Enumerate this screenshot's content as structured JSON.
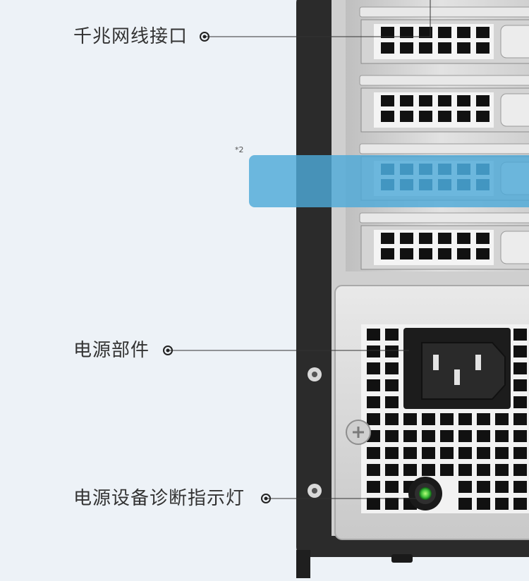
{
  "callouts": [
    {
      "id": "gigabit-ethernet-port",
      "label": "千兆网线接口"
    },
    {
      "id": "power-supply-unit",
      "label": "电源部件"
    },
    {
      "id": "psu-diagnostic-light",
      "label": "电源设备诊断指示灯"
    }
  ],
  "highlight": {
    "footnote": "*2",
    "color": "#4ea9d8"
  },
  "colors": {
    "background": "#edf2f7",
    "chassis": "#2b2b2b",
    "metal": "#d8d8d8",
    "led": "#3fbf3a"
  }
}
